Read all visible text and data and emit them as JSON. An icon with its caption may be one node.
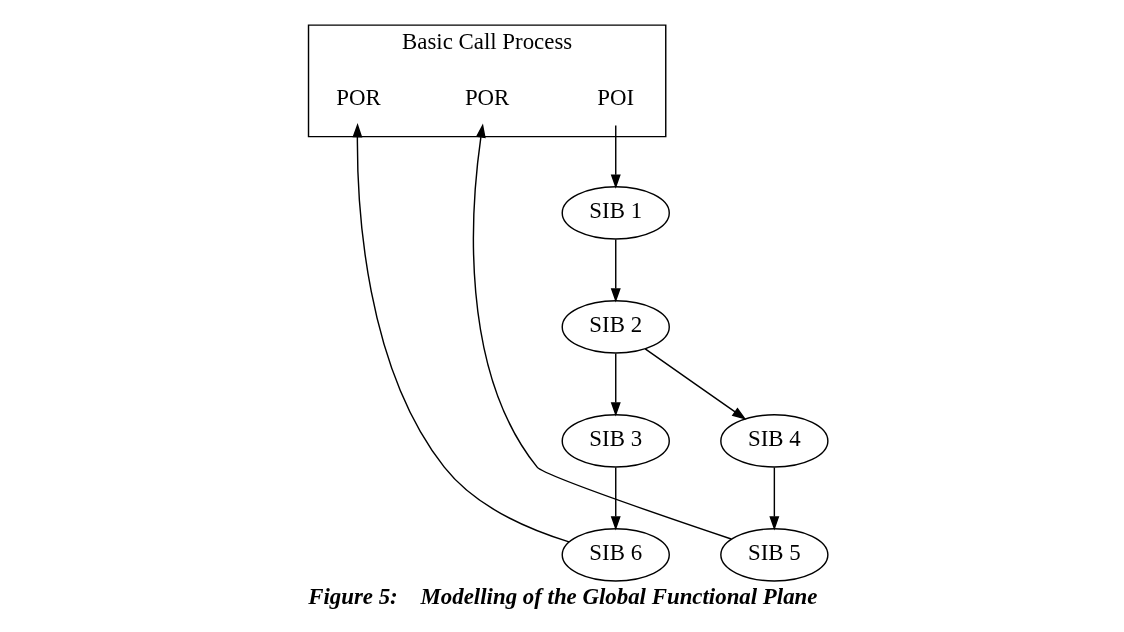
{
  "diagram": {
    "caption": "Figure 5:    Modelling of the Global Functional Plane",
    "nodes": [
      {
        "text": [
          "SIB 1"
        ]
      },
      {
        "text": [
          "SIB 2"
        ]
      },
      {
        "text": [
          "SIB 3"
        ]
      },
      {
        "text": [
          "SIB 6"
        ]
      },
      {
        "text": [
          "SIB 4"
        ]
      },
      {
        "text": [
          "SIB 5"
        ]
      },
      {
        "text": [
          "Basic Call Process"
        ]
      },
      {
        "text": [
          "POI"
        ],
        "in": 6
      },
      {
        "text": [
          "POR"
        ],
        "in": 6
      },
      {
        "text": [
          "POR"
        ],
        "in": 6
      }
    ],
    "edges": [
      {
        "from": 7,
        "to": 0,
        "arrow": "to"
      },
      {
        "from": 0,
        "to": 1,
        "arrow": "to"
      },
      {
        "from": 1,
        "to": 2,
        "arrow": "to"
      },
      {
        "from": 2,
        "to": 3,
        "arrow": "to"
      },
      {
        "from": 1,
        "to": 4,
        "arrow": "to"
      },
      {
        "from": 4,
        "to": 5,
        "arrow": "to"
      },
      {
        "from": 5,
        "to": 8,
        "arrow": "to"
      },
      {
        "from": 3,
        "to": 9,
        "arrow": "to"
      }
    ]
  }
}
